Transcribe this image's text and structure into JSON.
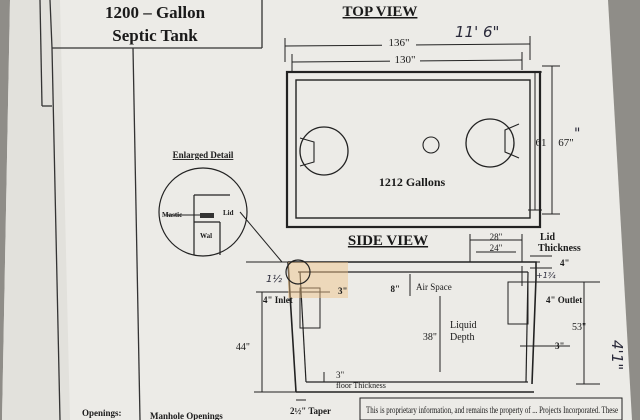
{
  "title_box": {
    "line1": "1200 – Gallon",
    "line2": "Septic Tank"
  },
  "top_view": {
    "heading": "TOP VIEW",
    "overall_length": "136\"",
    "inner_length": "130\"",
    "handwritten_length": "11' 6\"",
    "width_inner": "61",
    "width_outer": "67\"",
    "capacity": "1212 Gallons"
  },
  "enlarged_detail": {
    "heading": "Enlarged Detail",
    "mastic": "Mastic",
    "lid": "Lid",
    "wall": "Wal"
  },
  "side_view": {
    "heading": "SIDE VIEW",
    "lid_outer": "28\"",
    "lid_inner": "24\"",
    "lid_thickness": "Lid\nThickness",
    "lid_thickness_dim": "4\"",
    "air_space_dim": "8\"",
    "air_space": "Air Space",
    "inlet_drop": "3\"",
    "inlet": "4\" Inlet",
    "outlet": "4\" Outlet",
    "liquid_depth_dim": "38\"",
    "liquid_depth": "Liquid\nDepth",
    "wall_right": "3\"",
    "overall_height": "53\"",
    "inlet_height": "44\"",
    "floor_dim": "3\"",
    "floor_thickness": "floor Thickness",
    "taper": "2½\"  Taper",
    "handwritten_inlet": "1½",
    "handwritten_height": "4'1\"",
    "handwritten_tk": "+1¾"
  },
  "footer": {
    "openings": "Openings:",
    "manhole": "Manhole Openings",
    "notice": "This is proprietary information, and remains the property of ... Projects Incorporated. These"
  }
}
